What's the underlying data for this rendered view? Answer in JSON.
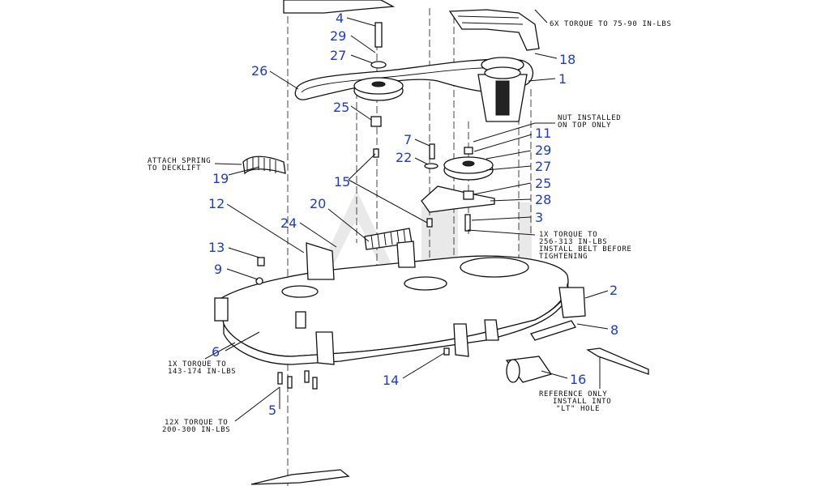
{
  "callouts": [
    {
      "id": "c4",
      "label": "4"
    },
    {
      "id": "c29a",
      "label": "29"
    },
    {
      "id": "c27a",
      "label": "27"
    },
    {
      "id": "c26",
      "label": "26"
    },
    {
      "id": "c25a",
      "label": "25"
    },
    {
      "id": "c18",
      "label": "18"
    },
    {
      "id": "c1",
      "label": "1"
    },
    {
      "id": "c7",
      "label": "7"
    },
    {
      "id": "c22",
      "label": "22"
    },
    {
      "id": "c11",
      "label": "11"
    },
    {
      "id": "c29b",
      "label": "29"
    },
    {
      "id": "c27b",
      "label": "27"
    },
    {
      "id": "c25b",
      "label": "25"
    },
    {
      "id": "c28",
      "label": "28"
    },
    {
      "id": "c3",
      "label": "3"
    },
    {
      "id": "c19",
      "label": "19"
    },
    {
      "id": "c15",
      "label": "15"
    },
    {
      "id": "c12",
      "label": "12"
    },
    {
      "id": "c20",
      "label": "20"
    },
    {
      "id": "c24",
      "label": "24"
    },
    {
      "id": "c13",
      "label": "13"
    },
    {
      "id": "c9",
      "label": "9"
    },
    {
      "id": "c2",
      "label": "2"
    },
    {
      "id": "c8",
      "label": "8"
    },
    {
      "id": "c6",
      "label": "6"
    },
    {
      "id": "c14",
      "label": "14"
    },
    {
      "id": "c16",
      "label": "16"
    },
    {
      "id": "c5",
      "label": "5"
    }
  ],
  "notes": {
    "torque_6x": "6X TORQUE TO 75-90 IN-LBS",
    "nut_line1": "NUT INSTALLED",
    "nut_line2": "ON TOP ONLY",
    "spring_line1": "ATTACH SPRING",
    "spring_line2": "TO DECKLIFT",
    "torque_1x_line1": "1X TORQUE TO",
    "torque_1x_line2": "256-313 IN-LBS",
    "torque_1x_line3": "INSTALL BELT BEFORE",
    "torque_1x_line4": "TIGHTENING",
    "torque_143_line1": "1X TORQUE TO",
    "torque_143_line2": "143-174 IN-LBS",
    "torque_12x_line1": "12X TORQUE TO",
    "torque_12x_line2": "200-300 IN-LBS",
    "ref_line1": "REFERENCE ONLY",
    "ref_line2": "INSTALL INTO",
    "ref_line3": "\"LT\" HOLE"
  },
  "watermark": "ARI"
}
